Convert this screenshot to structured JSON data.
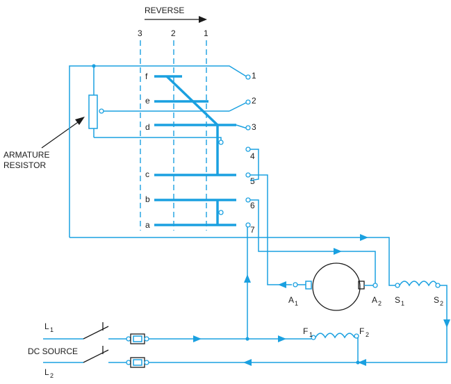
{
  "direction": {
    "label": "REVERSE"
  },
  "positions": [
    "3",
    "2",
    "1"
  ],
  "fingers": [
    "f",
    "e",
    "d",
    "c",
    "b",
    "a"
  ],
  "contacts": [
    "1",
    "2",
    "3",
    "4",
    "5",
    "6",
    "7"
  ],
  "armature_resistor": {
    "line1": "ARMATURE",
    "line2": "RESISTOR"
  },
  "armature": {
    "a1": "A",
    "a1_sub": "1",
    "a2": "A",
    "a2_sub": "2"
  },
  "series_field": {
    "s1": "S",
    "s1_sub": "1",
    "s2": "S",
    "s2_sub": "2"
  },
  "shunt_field": {
    "f1": "F",
    "f1_sub": "1",
    "f2": "F",
    "f2_sub": "2"
  },
  "supply": {
    "l1": "L",
    "l1_sub": "1",
    "source": "DC SOURCE",
    "l2": "L",
    "l2_sub": "2"
  },
  "colors": {
    "wire": "#1aa0e0",
    "text": "#1a1a1a"
  }
}
